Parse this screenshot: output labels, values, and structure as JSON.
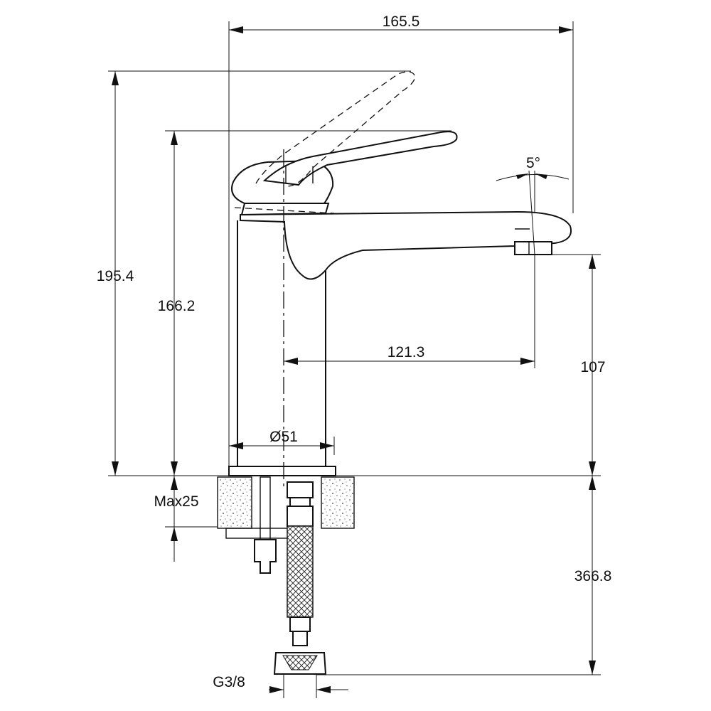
{
  "dimensions": {
    "overall_width": "165.5",
    "total_height": "195.4",
    "height_to_lever": "166.2",
    "spout_reach": "121.3",
    "spout_height": "107",
    "base_diameter": "Ø51",
    "max_deck_thickness": "Max25",
    "hose_length": "366.8",
    "thread": "G3/8",
    "spout_angle": "5°"
  }
}
